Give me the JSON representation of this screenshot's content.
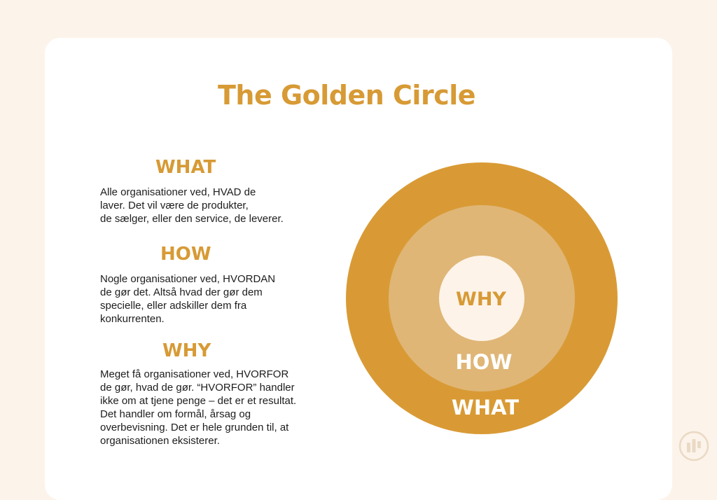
{
  "title": "The Golden Circle",
  "sections": [
    {
      "heading": "WHAT",
      "lines": [
        "Alle organisationer ved, HVAD de",
        "laver. Det vil være de produkter,",
        "de sælger, eller den service, de leverer."
      ]
    },
    {
      "heading": "HOW",
      "lines": [
        "Nogle organisationer ved, HVORDAN",
        "de gør det. Altså hvad der gør dem",
        "specielle, eller adskiller dem fra",
        "konkurrenten."
      ]
    },
    {
      "heading": "WHY",
      "lines": [
        "Meget få organisationer ved, HVORFOR",
        "de gør, hvad de gør. “HVORFOR” handler",
        "ikke om at tjene penge – det er et resultat.",
        "Det handler om formål, årsag og",
        "overbevisning. Det er hele grunden til, at",
        "organisationen eksisterer."
      ]
    }
  ],
  "circle": {
    "inner_label": "WHY",
    "middle_label": "HOW",
    "outer_label": "WHAT"
  },
  "colors": {
    "accent": "#d79a35",
    "outer_ring": "#d99a35",
    "middle_ring": "#dfb676",
    "inner_circle": "#fdf3e8",
    "background": "#fcf3ea",
    "card": "#ffffff"
  },
  "logo": {
    "icon": "brand-logo-icon"
  }
}
